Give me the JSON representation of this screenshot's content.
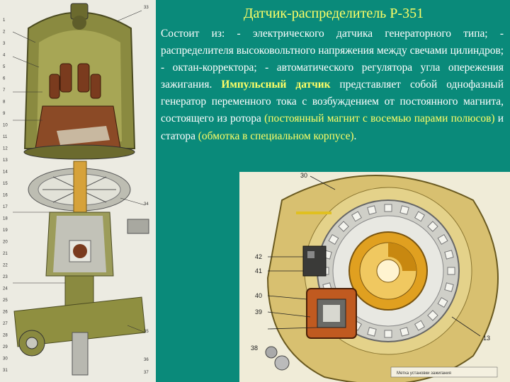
{
  "slide": {
    "title": "Датчик-распределитель Р-351",
    "paragraph": {
      "intro": "Состоит из: - электрического датчика генераторного типа; - распределителя высоковольтного напряжения между свечами цилиндров; - октан-корректора; - автоматического регулятора угла опережения зажигания. ",
      "highlight_term": "Импульсный датчик",
      "text_1": " представляет собой однофазный генератор переменного тока с возбуждением от постоянного магнита, состоящего из ротора ",
      "highlight_rotor": "(постоянный магнит с восемью парами полюсов)",
      "text_2": " и статора ",
      "highlight_stator": "(обмотка в специальном корпусе)",
      "text_end": "."
    }
  },
  "left_figure": {
    "callouts_left": [
      "1",
      "2",
      "3",
      "4",
      "5",
      "6",
      "7",
      "8",
      "9",
      "10",
      "11",
      "12",
      "13",
      "14",
      "15",
      "16",
      "17",
      "18",
      "19",
      "20",
      "21",
      "22",
      "23",
      "24",
      "25",
      "26",
      "27",
      "28",
      "29",
      "30",
      "31"
    ],
    "callouts_right": [
      "33",
      "34",
      "35",
      "36",
      "37"
    ],
    "colors": {
      "housing": "#8a8a40",
      "cap": "#6b6a2e",
      "rotor": "#7a3b1e",
      "metal": "#b8b8b0",
      "brass": "#d6a23a"
    }
  },
  "right_figure": {
    "callouts": [
      "30",
      "42",
      "41",
      "40",
      "39",
      "38",
      "13"
    ],
    "caption": "Метка установки зажигания",
    "colors": {
      "plate": "#d8c070",
      "rotor_ring": "#cfcfc8",
      "magnet": "#e0a020",
      "coil": "#c05a20"
    }
  }
}
